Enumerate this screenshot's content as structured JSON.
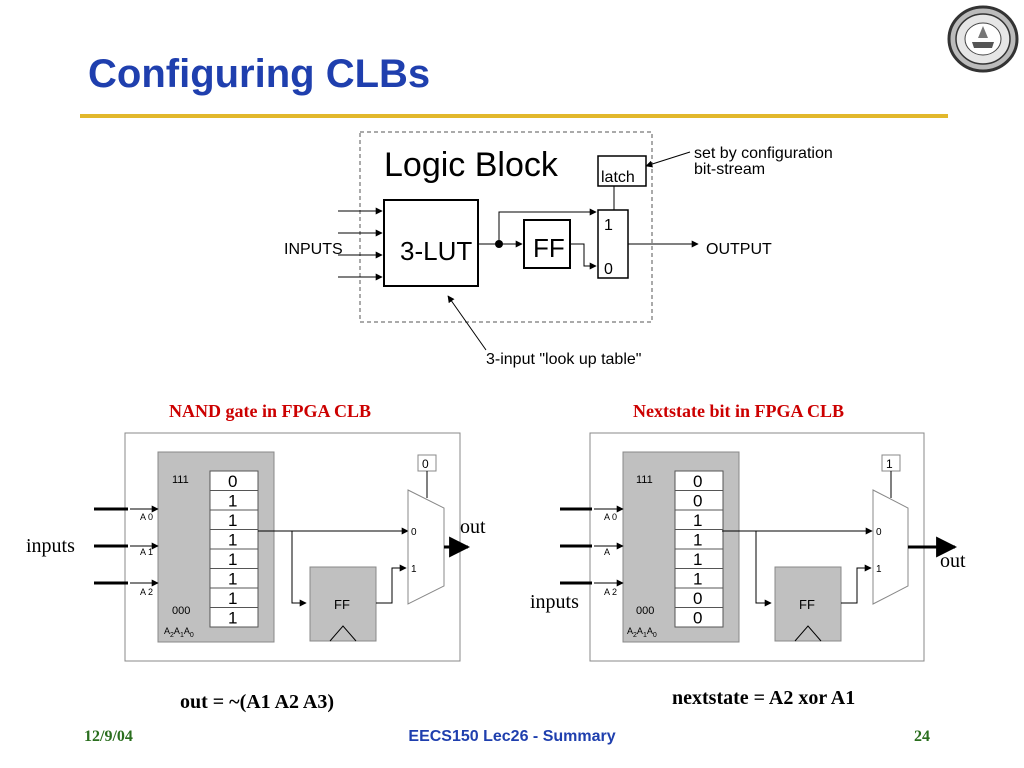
{
  "slide": {
    "title": "Configuring CLBs"
  },
  "logic_block": {
    "label": "Logic Block",
    "lut": "3-LUT",
    "ff": "FF",
    "latch": "latch",
    "mux_in1": "1",
    "mux_in0": "0",
    "inputs": "INPUTS",
    "output": "OUTPUT",
    "config_note_line1": "set by configuration",
    "config_note_line2": "bit-stream",
    "lut_note": "3-input \"look up table\""
  },
  "nand": {
    "heading": "NAND gate in FPGA CLB",
    "top_addr": "111",
    "bottom_addr": "000",
    "addr_label_a2": "A",
    "addr_label_a1": "A",
    "addr_label_a0": "A",
    "sub2": "2",
    "sub1": "1",
    "sub0": "0",
    "in_a0": "A 0",
    "in_a1": "A 1",
    "in_a2": "A 2",
    "bits": [
      "0",
      "1",
      "1",
      "1",
      "1",
      "1",
      "1",
      "1"
    ],
    "latch": "0",
    "mux0": "0",
    "mux1": "1",
    "ff": "FF",
    "inputs": "inputs",
    "out": "out",
    "equation": "out = ~(A1 A2 A3)"
  },
  "next": {
    "heading": "Nextstate bit in FPGA CLB",
    "top_addr": "111",
    "bottom_addr": "000",
    "addr_label_a2": "A",
    "addr_label_a1": "A",
    "addr_label_a0": "A",
    "sub2": "2",
    "sub1": "1",
    "sub0": "0",
    "in_a0": "A 0",
    "in_a1": "A",
    "in_a2": "A 2",
    "bits": [
      "0",
      "0",
      "1",
      "1",
      "1",
      "1",
      "0",
      "0"
    ],
    "latch": "1",
    "mux0": "0",
    "mux1": "1",
    "ff": "FF",
    "inputs": "inputs",
    "out": "out",
    "equation": "nextstate = A2 xor A1"
  },
  "footer": {
    "date": "12/9/04",
    "course": "EECS150 Lec26 - Summary",
    "page": "24"
  },
  "colors": {
    "title": "#1f3fae",
    "rule": "#e2b82c",
    "heading": "#cc0000",
    "footer_green": "#2a6e1e",
    "lut_gray": "#c0c0c0"
  }
}
